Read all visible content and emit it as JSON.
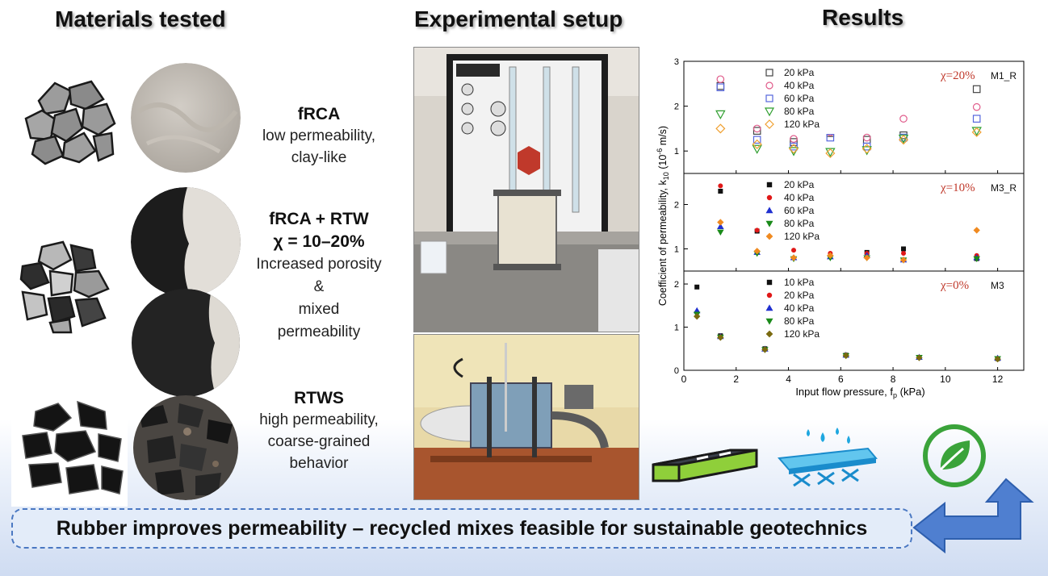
{
  "headings": {
    "materials": "Materials tested",
    "setup": "Experimental setup",
    "results": "Results"
  },
  "materials": [
    {
      "name": "fRCA",
      "lines": [
        "low permeability,",
        "clay-like"
      ]
    },
    {
      "name": "fRCA + RTW",
      "name2": "χ = 10–20%",
      "lines": [
        "Increased porosity",
        "&",
        "mixed",
        "permeability"
      ]
    },
    {
      "name": "RTWS",
      "lines": [
        "high permeability,",
        "coarse-grained",
        "behavior"
      ]
    }
  ],
  "banner": "Rubber improves permeability – recycled mixes feasible for sustainable geotechnics",
  "colors": {
    "accent_blue": "#4a78c2",
    "chi_red": "#c0392b",
    "arrow_blue": "#4f7fd0",
    "leaf_green": "#3aa33a"
  },
  "icons": [
    "road-layer-icon",
    "water-drainage-icon",
    "leaf-sustainability-icon"
  ],
  "chart_data": {
    "type": "scatter",
    "xlabel": "Input flow pressure, f",
    "xlabel_sub": "p",
    "xlabel_unit": " (kPa)",
    "ylabel": "Coefficient of permeability, k",
    "ylabel_sub": "10",
    "ylabel_rest": " (10",
    "ylabel_sup": "-6",
    "ylabel_end": " m/s)",
    "xlim": [
      0,
      13
    ],
    "x_ticks": [
      0,
      2,
      4,
      6,
      8,
      10,
      12
    ],
    "panels": [
      {
        "id": "M1_R",
        "tag": "M1_R",
        "chi": "χ=20%",
        "ylim": [
          0.5,
          3
        ],
        "y_ticks": [
          1,
          2,
          3
        ],
        "marker_fill": "open",
        "series": [
          {
            "name": "20 kPa",
            "marker": "square",
            "color": "#444444",
            "points": [
              [
                1.4,
                2.45
              ],
              [
                2.8,
                1.45
              ],
              [
                4.2,
                1.2
              ],
              [
                5.6,
                1.4
              ],
              [
                7.0,
                1.25
              ],
              [
                8.4,
                1.35
              ],
              [
                11.2,
                2.38
              ]
            ]
          },
          {
            "name": "40 kPa",
            "marker": "circle",
            "color": "#e05a8a",
            "points": [
              [
                1.4,
                2.6
              ],
              [
                2.8,
                1.5
              ],
              [
                4.2,
                1.27
              ],
              [
                5.6,
                1.42
              ],
              [
                7.0,
                1.3
              ],
              [
                8.4,
                1.72
              ],
              [
                11.2,
                1.98
              ]
            ]
          },
          {
            "name": "60 kPa",
            "marker": "square",
            "color": "#5566dd",
            "points": [
              [
                1.4,
                2.42
              ],
              [
                2.8,
                1.25
              ],
              [
                4.2,
                1.1
              ],
              [
                5.6,
                1.3
              ],
              [
                7.0,
                1.1
              ],
              [
                8.4,
                1.3
              ],
              [
                11.2,
                1.72
              ]
            ]
          },
          {
            "name": "80 kPa",
            "marker": "triangle-down",
            "color": "#2e9e2e",
            "points": [
              [
                1.4,
                1.82
              ],
              [
                2.8,
                1.05
              ],
              [
                4.2,
                1.0
              ],
              [
                5.6,
                0.98
              ],
              [
                7.0,
                1.02
              ],
              [
                8.4,
                1.28
              ],
              [
                11.2,
                1.45
              ]
            ]
          },
          {
            "name": "120 kPa",
            "marker": "diamond",
            "color": "#f0a030",
            "points": [
              [
                1.4,
                1.5
              ],
              [
                2.8,
                1.15
              ],
              [
                4.2,
                1.05
              ],
              [
                5.6,
                0.95
              ],
              [
                7.0,
                1.05
              ],
              [
                8.4,
                1.25
              ],
              [
                11.2,
                1.42
              ]
            ]
          }
        ]
      },
      {
        "id": "M3_R",
        "tag": "M3_R",
        "chi": "χ=10%",
        "ylim": [
          0.5,
          2.7
        ],
        "y_ticks": [
          1,
          2
        ],
        "marker_fill": "solid",
        "series": [
          {
            "name": "20 kPa",
            "marker": "square",
            "color": "#111111",
            "points": [
              [
                1.4,
                2.3
              ],
              [
                2.8,
                1.4
              ],
              [
                4.2,
                1.18
              ],
              [
                5.6,
                1.25
              ],
              [
                7.0,
                0.92
              ],
              [
                8.4,
                1.0
              ],
              [
                11.2,
                0.78
              ]
            ]
          },
          {
            "name": "40 kPa",
            "marker": "circle",
            "color": "#e01818",
            "points": [
              [
                1.4,
                2.42
              ],
              [
                2.8,
                1.42
              ],
              [
                4.2,
                0.97
              ],
              [
                5.6,
                0.9
              ],
              [
                7.0,
                0.9
              ],
              [
                8.4,
                0.9
              ],
              [
                11.2,
                0.85
              ]
            ]
          },
          {
            "name": "60 kPa",
            "marker": "triangle-up",
            "color": "#2030d0",
            "points": [
              [
                1.4,
                1.5
              ],
              [
                2.8,
                0.92
              ],
              [
                4.2,
                0.8
              ],
              [
                5.6,
                0.82
              ],
              [
                7.0,
                0.85
              ],
              [
                8.4,
                0.75
              ],
              [
                11.2,
                0.8
              ]
            ]
          },
          {
            "name": "80 kPa",
            "marker": "triangle-down",
            "color": "#1a8a1a",
            "points": [
              [
                1.4,
                1.38
              ],
              [
                2.8,
                0.9
              ],
              [
                4.2,
                0.78
              ],
              [
                5.6,
                0.8
              ],
              [
                7.0,
                0.8
              ],
              [
                8.4,
                0.75
              ],
              [
                11.2,
                0.78
              ]
            ]
          },
          {
            "name": "120 kPa",
            "marker": "diamond",
            "color": "#f08a20",
            "points": [
              [
                1.4,
                1.6
              ],
              [
                2.8,
                0.95
              ],
              [
                4.2,
                0.8
              ],
              [
                5.6,
                0.85
              ],
              [
                7.0,
                0.8
              ],
              [
                8.4,
                0.75
              ],
              [
                11.2,
                1.42
              ]
            ]
          }
        ]
      },
      {
        "id": "M3",
        "tag": "M3",
        "chi": "χ=0%",
        "ylim": [
          0,
          2.3
        ],
        "y_ticks": [
          0,
          1,
          2
        ],
        "marker_fill": "solid",
        "series": [
          {
            "name": "10 kPa",
            "marker": "square",
            "color": "#111111",
            "points": [
              [
                0.5,
                1.93
              ],
              [
                1.4,
                0.8
              ],
              [
                3.1,
                0.5
              ],
              [
                6.2,
                0.35
              ],
              [
                9.0,
                0.3
              ],
              [
                12.0,
                0.27
              ]
            ]
          },
          {
            "name": "20 kPa",
            "marker": "circle",
            "color": "#e01818",
            "points": [
              [
                0.5,
                1.35
              ],
              [
                1.4,
                0.78
              ],
              [
                3.1,
                0.48
              ],
              [
                6.2,
                0.35
              ],
              [
                9.0,
                0.3
              ],
              [
                12.0,
                0.27
              ]
            ]
          },
          {
            "name": "40 kPa",
            "marker": "triangle-up",
            "color": "#2030d0",
            "points": [
              [
                0.5,
                1.38
              ],
              [
                1.4,
                0.78
              ],
              [
                3.1,
                0.49
              ],
              [
                6.2,
                0.35
              ],
              [
                9.0,
                0.3
              ],
              [
                12.0,
                0.28
              ]
            ]
          },
          {
            "name": "80 kPa",
            "marker": "triangle-down",
            "color": "#1a8a1a",
            "points": [
              [
                0.5,
                1.3
              ],
              [
                1.4,
                0.77
              ],
              [
                3.1,
                0.48
              ],
              [
                6.2,
                0.34
              ],
              [
                9.0,
                0.3
              ],
              [
                12.0,
                0.27
              ]
            ]
          },
          {
            "name": "120 kPa",
            "marker": "diamond",
            "color": "#7a6a10",
            "points": [
              [
                0.5,
                1.25
              ],
              [
                1.4,
                0.76
              ],
              [
                3.1,
                0.48
              ],
              [
                6.2,
                0.34
              ],
              [
                9.0,
                0.29
              ],
              [
                12.0,
                0.26
              ]
            ]
          }
        ]
      }
    ]
  }
}
